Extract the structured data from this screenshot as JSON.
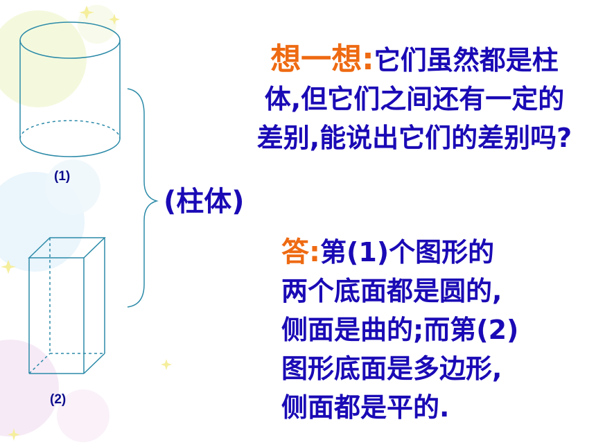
{
  "colors": {
    "primary_text": "#1a0ab5",
    "accent_orange": "#ee6a12",
    "shape_stroke": "#2b8aa8"
  },
  "figures": {
    "label_1": "(1)",
    "label_2": "(2)"
  },
  "bracket_label": "(柱体)",
  "question": {
    "lead": "想一想:",
    "line1_rest": "它们虽然都是柱",
    "line2": "体,但它们之间还有一定的",
    "line3": "差别,能说出它们的差别吗?"
  },
  "answer": {
    "lead": "答:",
    "line1_rest": "第(1)个图形的",
    "line2": "两个底面都是圆的,",
    "line3": "侧面是曲的;而第(2)",
    "line4": "图形底面是多边形,",
    "line5": "侧面都是平的."
  }
}
